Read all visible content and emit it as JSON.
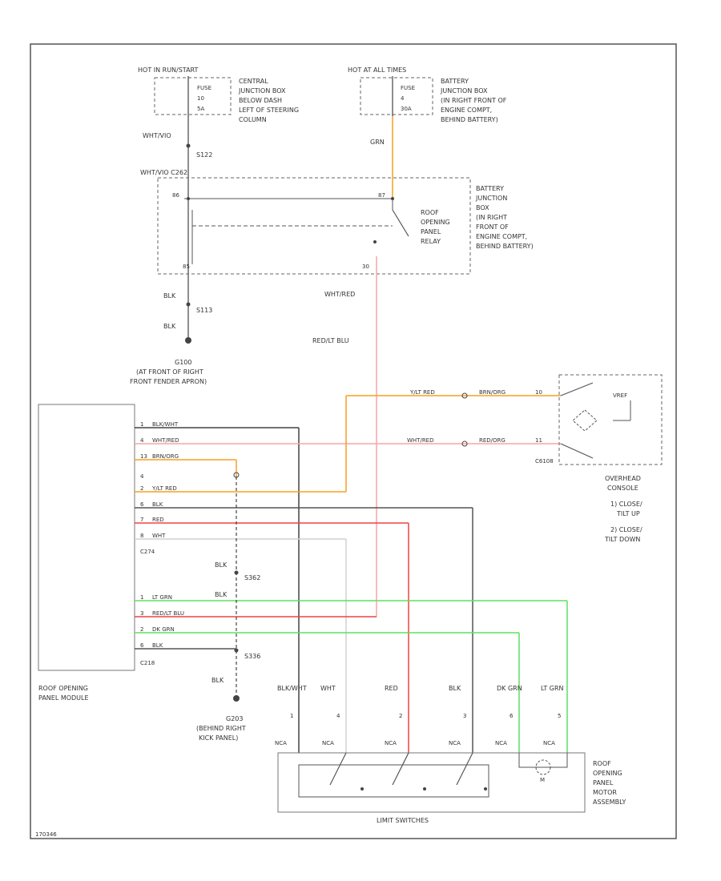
{
  "power": {
    "left": {
      "hot": "HOT IN RUN/START",
      "fuse": [
        "FUSE",
        "10",
        "5A"
      ],
      "location": [
        "CENTRAL",
        "JUNCTION BOX",
        "BELOW DASH",
        "LEFT OF STEERING",
        "COLUMN"
      ]
    },
    "right": {
      "hot": "HOT AT ALL TIMES",
      "fuse": [
        "FUSE",
        "4",
        "30A"
      ],
      "location": [
        "BATTERY",
        "JUNCTION BOX",
        "(IN RIGHT FRONT OF",
        "ENGINE COMPT,",
        "BEHIND BATTERY)"
      ]
    }
  },
  "wires_top": {
    "wht_vio": "WHT/VIO",
    "s122": "S122",
    "grn": "GRN",
    "wht_vio_c": "WHT/VIO C262",
    "blk1": "BLK",
    "s113": "S113",
    "blk2": "BLK",
    "wht_red": "WHT/RED",
    "red_lt_blu": "RED/LT BLU"
  },
  "relay": {
    "label": [
      "ROOF",
      "OPENING",
      "PANEL",
      "RELAY"
    ],
    "box": [
      "BATTERY",
      "JUNCTION",
      "BOX",
      "(IN RIGHT",
      "FRONT OF",
      "ENGINE COMPT,",
      "BEHIND BATTERY)"
    ],
    "pins": [
      "86",
      "87",
      "85",
      "30"
    ]
  },
  "ground_top": {
    "id": "G100",
    "desc": [
      "(AT FRONT OF RIGHT",
      "FRONT FENDER APRON)"
    ]
  },
  "module": {
    "label": [
      "ROOF OPENING",
      "PANEL MODULE"
    ],
    "wires": [
      {
        "pin": "1",
        "label": "BLK/WHT"
      },
      {
        "pin": "4",
        "label": "WHT/RED"
      },
      {
        "pin": "13",
        "label": "BRN/ORG"
      },
      {
        "pin": "4",
        "label": ""
      },
      {
        "pin": "2",
        "label": "Y/LT RED"
      },
      {
        "pin": "6",
        "label": "BLK"
      },
      {
        "pin": "7",
        "label": "RED"
      },
      {
        "pin": "8",
        "label": "WHT"
      }
    ],
    "c274": "C274",
    "wires2": [
      {
        "pin": "1",
        "label": "LT GRN"
      },
      {
        "pin": "3",
        "label": "RED/LT BLU"
      },
      {
        "pin": "2",
        "label": "DK GRN"
      },
      {
        "pin": "6",
        "label": "BLK"
      }
    ],
    "c218": "C218"
  },
  "ground_mid": {
    "blk1": "BLK",
    "s362": "S362",
    "blk2": "BLK",
    "s336": "S336",
    "blk3": "BLK",
    "id": "G203",
    "desc": [
      "(BEHIND RIGHT",
      "KICK PANEL)"
    ]
  },
  "console": {
    "wires": [
      {
        "left": "Y/LT RED",
        "right": "BRN/ORG",
        "pin": "10"
      },
      {
        "left": "WHT/RED",
        "right": "RED/ORG",
        "pin": "11"
      }
    ],
    "vref": "VREF",
    "connector": "C6108",
    "label": [
      "OVERHEAD",
      "CONSOLE"
    ],
    "notes": [
      "1) CLOSE/",
      "TILT UP",
      "2) CLOSE/",
      "TILT DOWN"
    ]
  },
  "motor": {
    "wire_labels": [
      "BLK/WHT",
      "WHT",
      "RED",
      "BLK",
      "DK GRN",
      "LT GRN"
    ],
    "pins": [
      "1",
      "4",
      "2",
      "3",
      "6",
      "5"
    ],
    "nca": "NCA",
    "m": "M",
    "label": [
      "ROOF",
      "OPENING",
      "PANEL",
      "MOTOR",
      "ASSEMBLY"
    ],
    "limit": "LIMIT SWITCHES"
  },
  "code": "170346",
  "colors": {
    "black": "#444444",
    "grey": "#666666",
    "pink": "#f7a5a5",
    "red": "#ee4444",
    "orange": "#f6a020",
    "green": "#5ee05e",
    "lightgrey": "#d0d0d0"
  }
}
